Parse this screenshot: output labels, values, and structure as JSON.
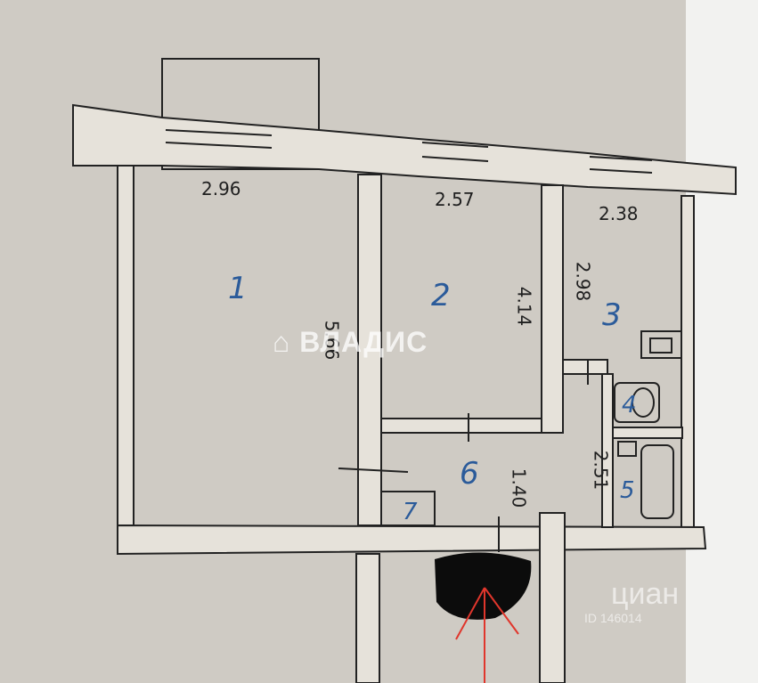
{
  "plan": {
    "dimensions": {
      "room1_width": "2.96",
      "room2_width": "2.57",
      "room3_width": "2.38",
      "room1_length": "5.66",
      "room2_length": "4.14",
      "room3_length": "2.98",
      "hall_length": "2.51",
      "corridor_width": "1.40"
    },
    "rooms": {
      "r1": "1",
      "r2": "2",
      "r3": "3",
      "r4": "4",
      "r5": "5",
      "r6": "6",
      "r7": "7"
    }
  },
  "watermarks": {
    "vladis": "ВЛАДИС",
    "cian": "циан",
    "cian_id": "ID 146014"
  },
  "colors": {
    "paper": "#c9c6c0",
    "walls": "#e8e4dc",
    "ink": "#1f1f1f",
    "room_numbers": "#2b5b9a",
    "arrow": "#e0362c"
  }
}
